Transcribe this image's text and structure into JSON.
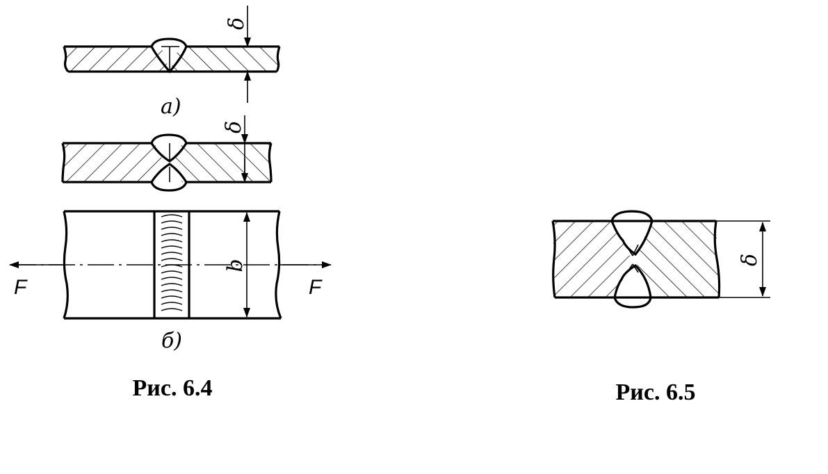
{
  "figure_6_4": {
    "label_a": "а)",
    "label_b": "б)",
    "thickness_symbol": "δ",
    "width_symbol": "b",
    "force_left": "F",
    "force_right": "F",
    "caption": "Рис. 6.4"
  },
  "figure_6_5": {
    "thickness_symbol": "δ",
    "caption": "Рис. 6.5"
  }
}
